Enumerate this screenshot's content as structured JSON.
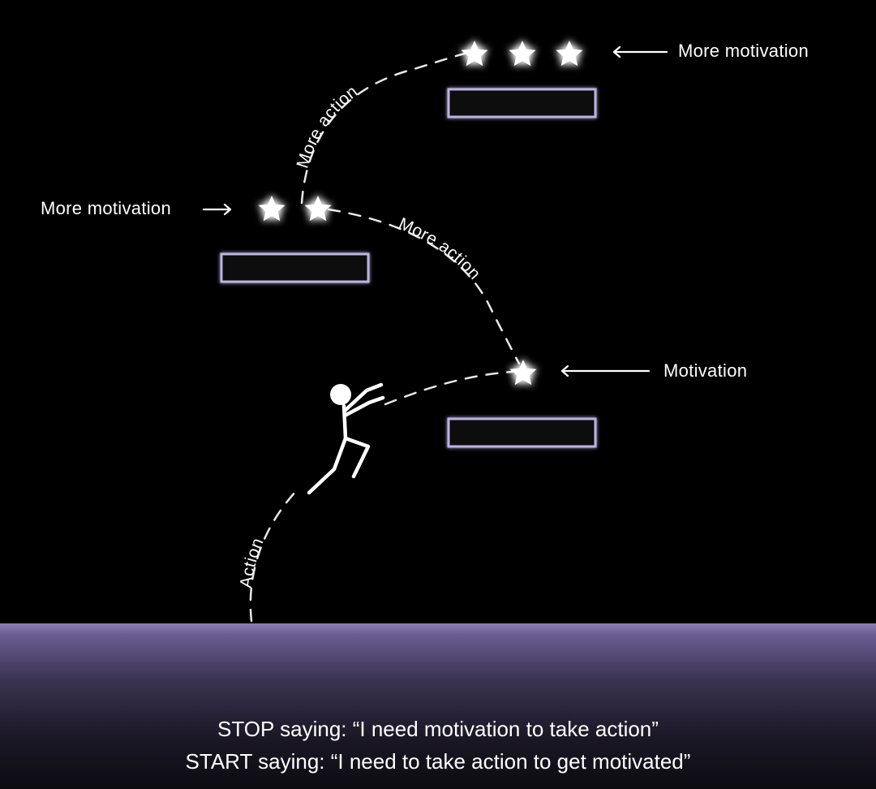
{
  "labels": {
    "motivation_top": "More motivation",
    "motivation_mid": "More motivation",
    "motivation_low": "Motivation",
    "action_top": "More action",
    "action_mid": "More action",
    "action_low": "Action"
  },
  "caption": {
    "line1": "STOP saying: “I need motivation to take action”",
    "line2": "START saying: “I need to take action to get motivated”"
  },
  "colors": {
    "background": "#000000",
    "platform_stroke": "#bdb2e3",
    "ground_top": "#8c7db3",
    "star": "#ffffff"
  },
  "icons": [
    "star-icon",
    "stick-figure-icon",
    "arrow-left-icon",
    "arrow-right-icon"
  ]
}
